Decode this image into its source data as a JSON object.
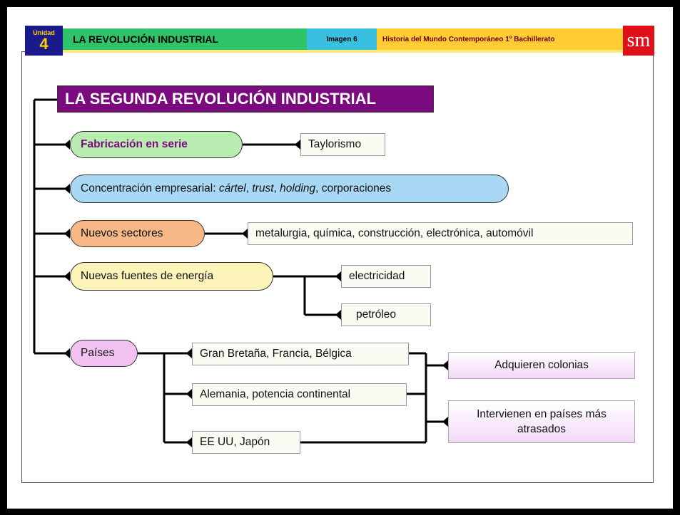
{
  "header": {
    "unit_label": "Unidad",
    "unit_number": "4",
    "title": "LA REVOLUCIÓN INDUSTRIAL",
    "image_label": "Imagen 6",
    "course": "Historia del Mundo Contemporáneo 1º Bachillerato",
    "logo": "sm"
  },
  "diagram": {
    "title": "LA SEGUNDA REVOLUCIÓN INDUSTRIAL",
    "fabricacion": "Fabricación en serie",
    "taylorismo": "Taylorismo",
    "concentracion": "Concentración empresarial: ",
    "cartel": "cártel",
    "comma1": ", ",
    "trust": "trust",
    "comma2": ", ",
    "holding": "holding",
    "corp": ", corporaciones",
    "nuevos_sectores": "Nuevos sectores",
    "sectores_list": "metalurgia, química, construcción, electrónica, automóvil",
    "energia": "Nuevas fuentes de energía",
    "electricidad": "electricidad",
    "petroleo": "petróleo",
    "paises": "Países",
    "gb": "Gran Bretaña, Francia, Bélgica",
    "alemania": "Alemania, potencia continental",
    "eeuu": "EE UU, Japón",
    "colonias": "Adquieren colonias",
    "intervienen": "Intervienen en países más atrasados"
  },
  "colors": {
    "title_bg": "#7a0a7e",
    "fabricacion_bg": "#b8ecb0",
    "concentracion_bg": "#a8d8f4",
    "sectores_bg": "#f6b886",
    "energia_bg": "#fbf3b8",
    "paises_bg": "#f3c2f2"
  }
}
